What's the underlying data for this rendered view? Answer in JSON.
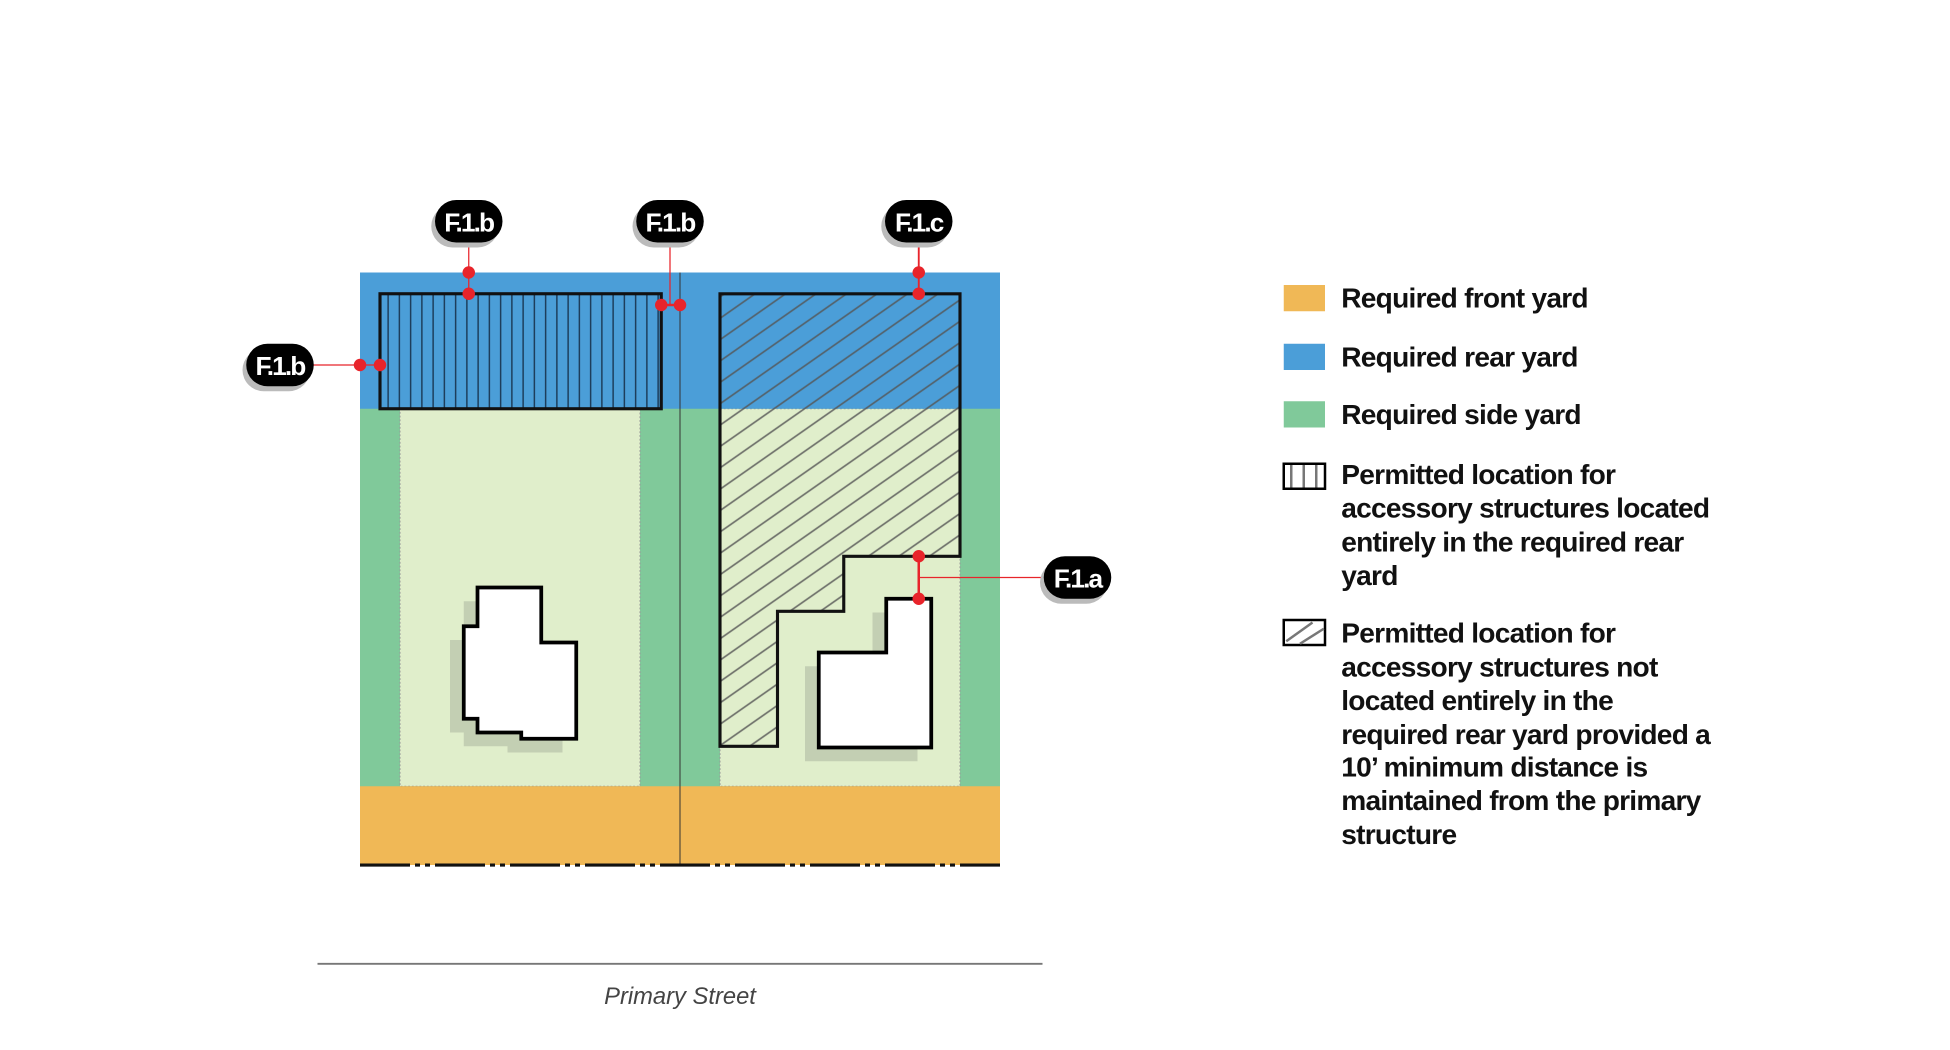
{
  "colors": {
    "front_yard": "#f0b856",
    "rear_yard": "#4b9ed8",
    "side_yard": "#80c99a",
    "buildable": "#e0eecb",
    "callout": "#e8242b"
  },
  "callouts": {
    "top_left": "F.1.b",
    "top_middle": "F.1.b",
    "top_right": "F.1.c",
    "left": "F.1.b",
    "right": "F.1.a"
  },
  "street_label": "Primary Street",
  "legend": [
    {
      "icon": "orange-swatch",
      "lines": [
        "Required front yard"
      ]
    },
    {
      "icon": "blue-swatch",
      "lines": [
        "Required rear yard"
      ]
    },
    {
      "icon": "green-swatch",
      "lines": [
        "Required side yard"
      ]
    },
    {
      "icon": "vertical-hatch-swatch",
      "lines": [
        "Permitted location for",
        "accessory structures located",
        "entirely in the required rear",
        "yard"
      ]
    },
    {
      "icon": "diagonal-hatch-swatch",
      "lines": [
        "Permitted location for",
        "accessory structures not",
        "located entirely in the",
        "required rear yard provided a",
        "10’ minimum distance is",
        "maintained from the primary",
        "structure"
      ]
    }
  ]
}
